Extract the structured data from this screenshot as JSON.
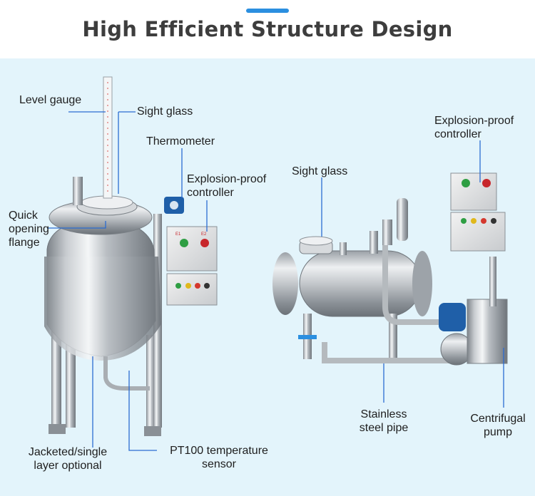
{
  "header": {
    "title": "High Efficient Structure Design"
  },
  "colors": {
    "accent": "#2b8fe0",
    "panel_bg": "#e3f4fb",
    "leader": "#2b6cd1"
  },
  "left_machine": {
    "labels": {
      "level_gauge": "Level gauge",
      "sight_glass": "Sight glass",
      "thermometer": "Thermometer",
      "explosion_controller_1": "Explosion-proof",
      "explosion_controller_2": "controller",
      "quick_flange_1": "Quick",
      "quick_flange_2": "opening",
      "quick_flange_3": "flange",
      "jacketed_1": "Jacketed/single",
      "jacketed_2": "layer optional",
      "pt100_1": "PT100 temperature",
      "pt100_2": "sensor"
    },
    "panel_marks": {
      "top_tag_left": "E1",
      "top_tag_right": "E2"
    }
  },
  "right_machine": {
    "labels": {
      "sight_glass": "Sight glass",
      "explosion_controller_1": "Explosion-proof",
      "explosion_controller_2": "controller",
      "stainless_pipe_1": "Stainless",
      "stainless_pipe_2": "steel pipe",
      "pump_1": "Centrifugal",
      "pump_2": "pump"
    }
  }
}
